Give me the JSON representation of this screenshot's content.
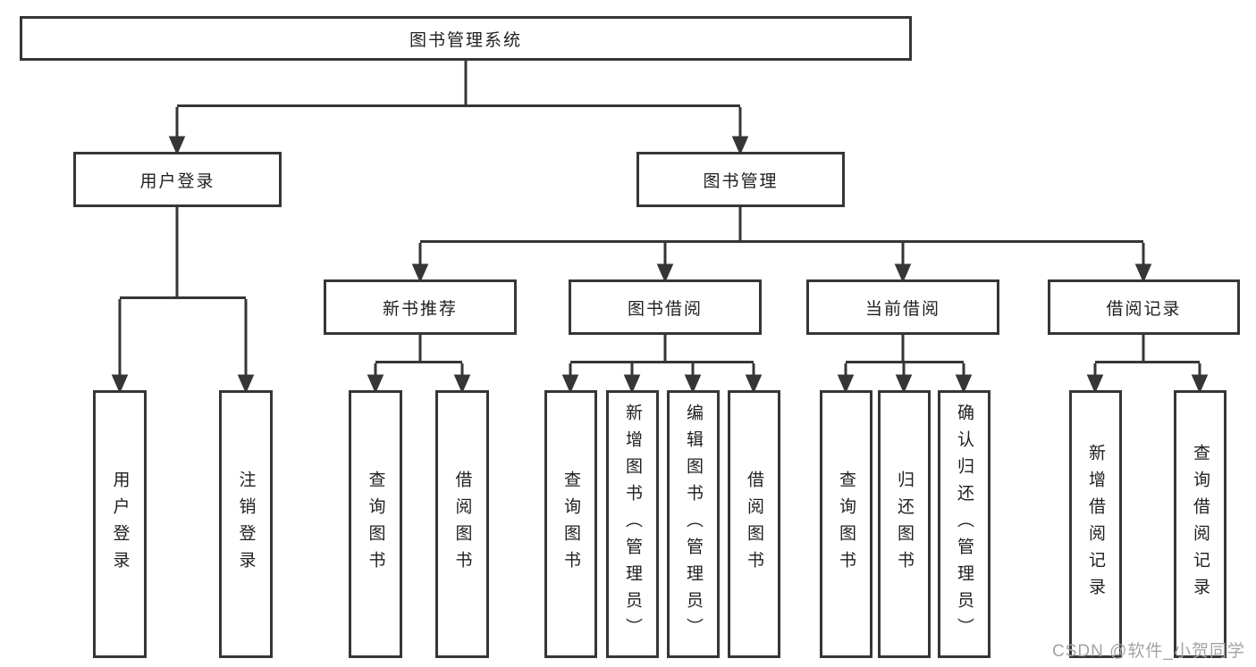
{
  "diagram": {
    "root_label": "图书管理系统",
    "level2": [
      {
        "label": "用户登录",
        "leaves": [
          "用户登录",
          "注销登录"
        ]
      },
      {
        "label": "图书管理",
        "level3": [
          {
            "label": "新书推荐",
            "leaves": [
              "查询图书",
              "借阅图书"
            ]
          },
          {
            "label": "图书借阅",
            "leaves": [
              "查询图书",
              "新增图书（管理员）",
              "编辑图书（管理员）",
              "借阅图书"
            ]
          },
          {
            "label": "当前借阅",
            "leaves": [
              "查询图书",
              "归还图书",
              "确认归还（管理员）"
            ]
          },
          {
            "label": "借阅记录",
            "leaves": [
              "新增借阅记录",
              "查询借阅记录"
            ]
          }
        ]
      }
    ]
  },
  "watermark": "CSDN @软件_小贺同学",
  "colors": {
    "line": "#363636",
    "box_border": "#363636",
    "text": "#1f1f1f",
    "watermark": "#a3a3a3",
    "background": "#ffffff"
  }
}
